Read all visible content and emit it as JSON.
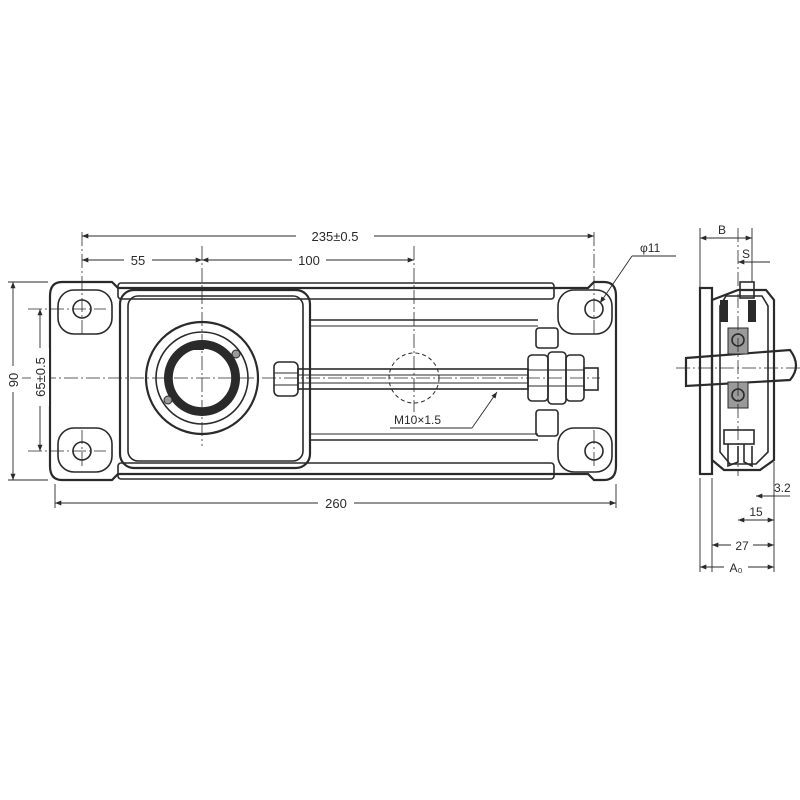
{
  "front_view": {
    "dim_overall_width": "260",
    "dim_hole_span": "235±0.5",
    "dim_left_to_bore": "55",
    "dim_bore_to_travel_center": "100",
    "dim_height": "90",
    "dim_hole_pitch": "65±0.5",
    "dim_hole_diameter": "φ11",
    "thread_callout": "M10×1.5"
  },
  "side_view": {
    "label_B": "B",
    "label_S": "S",
    "dim_3_2": "3.2",
    "dim_15": "15",
    "dim_27": "27",
    "label_A0": "A₀"
  }
}
